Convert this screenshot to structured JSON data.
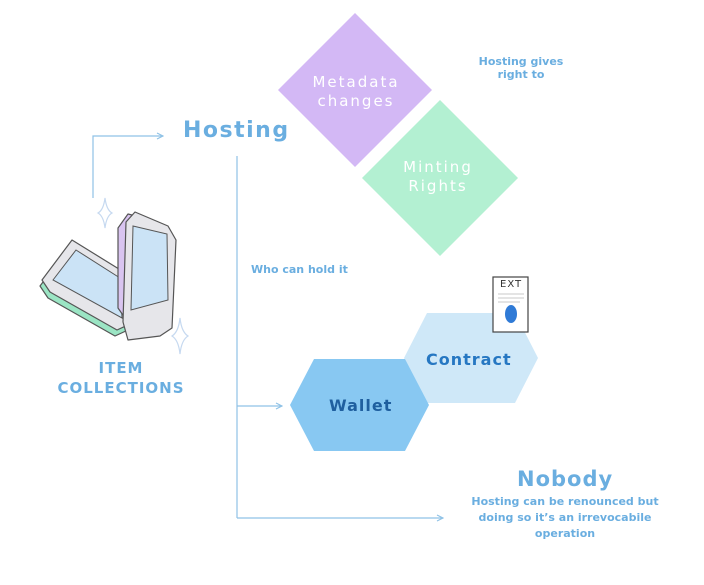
{
  "diagram": {
    "title": "Hosting",
    "source_label": "ITEM COLLECTIONS",
    "rights_caption": "Hosting gives right to",
    "rights": [
      {
        "label": "Metadata changes",
        "color": "#d3b8f5"
      },
      {
        "label": "Minting Rights",
        "color": "#b3f0d2"
      }
    ],
    "holders_caption": "Who can hold it",
    "holders": [
      {
        "label": "Contract",
        "color": "#cfe8f8",
        "badge": "EXT"
      },
      {
        "label": "Wallet",
        "color": "#88c8f2"
      }
    ],
    "nobody": {
      "title": "Nobody",
      "description": "Hosting can be renounced but doing so it’s an irrevocabile operation"
    },
    "colors": {
      "accent_text": "#6aaee0",
      "connector": "#8fc2e6",
      "sparkle": "#c6d9f0"
    }
  }
}
